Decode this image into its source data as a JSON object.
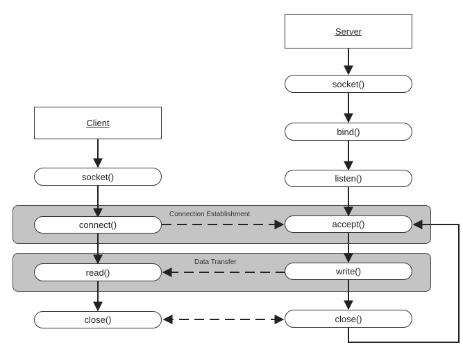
{
  "client": {
    "title": "Client",
    "socket": "socket()",
    "connect": "connect()",
    "read": "read()",
    "close": "close()"
  },
  "server": {
    "title": "Server",
    "socket": "socket()",
    "bind": "bind()",
    "listen": "listen()",
    "accept": "accept()",
    "write": "write()",
    "close": "close()"
  },
  "phases": {
    "connection": "Connection Establishment",
    "data": "Data Transfer"
  }
}
